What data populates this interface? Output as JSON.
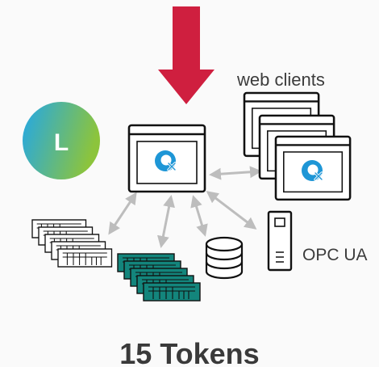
{
  "badge": {
    "letter": "L"
  },
  "labels": {
    "web_clients": "web clients",
    "opc_ua": "OPC UA",
    "tokens": "15 Tokens"
  },
  "colors": {
    "arrow": "#cf1f3f",
    "badge_start": "#22a7e8",
    "badge_end": "#8cc43c",
    "logo": "#1e96d6",
    "teal": "#13857c",
    "connector": "#bdbdbd",
    "title": "#3a3a3a",
    "label": "#3c3c3c"
  },
  "icons": {
    "badge": "letter-badge-icon",
    "main": "server-monitor-icon",
    "clients": "client-monitors-icon",
    "database": "database-icon",
    "opc": "opc-ua-device-icon",
    "plcs_white": "plc-white-icon",
    "plcs_teal": "plc-teal-icon",
    "input_arrow": "input-arrow-icon"
  }
}
